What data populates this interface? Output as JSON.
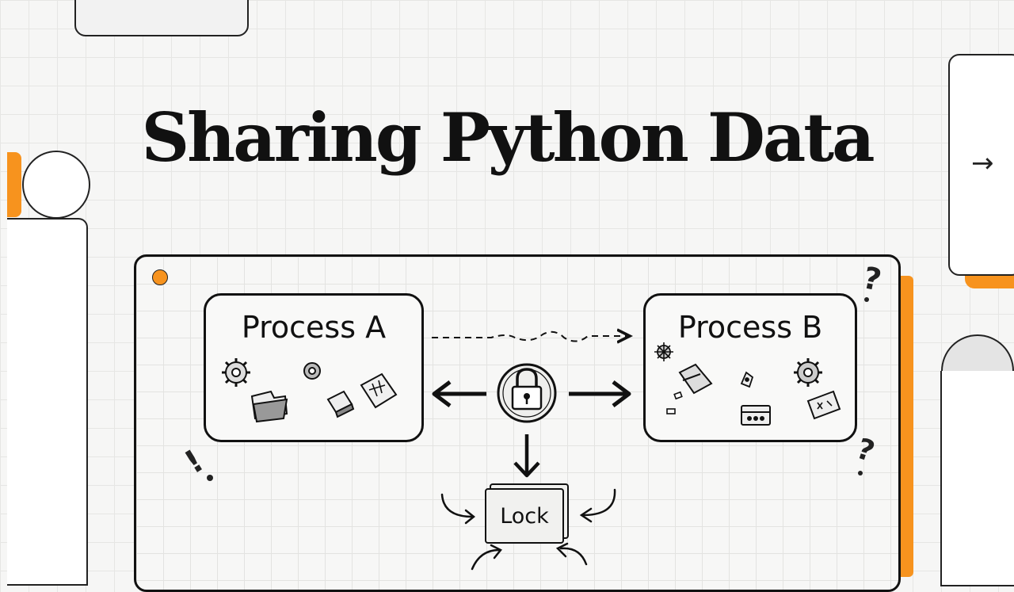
{
  "slide": {
    "title": "Sharing Python Data",
    "next_arrow": "→"
  },
  "diagram": {
    "process_a": {
      "label": "Process A"
    },
    "process_b": {
      "label": "Process B"
    },
    "lock": {
      "label": "Lock"
    },
    "annotations": [
      "?",
      "?",
      "!"
    ]
  },
  "colors": {
    "accent": "#f7931e",
    "ink": "#111111",
    "background": "#f6f6f5"
  },
  "icons": [
    "gear-icon",
    "folder-icon",
    "eraser-icon",
    "scroll-icon",
    "padlock-icon",
    "box-icon",
    "ticket-icon",
    "tag-icon"
  ]
}
